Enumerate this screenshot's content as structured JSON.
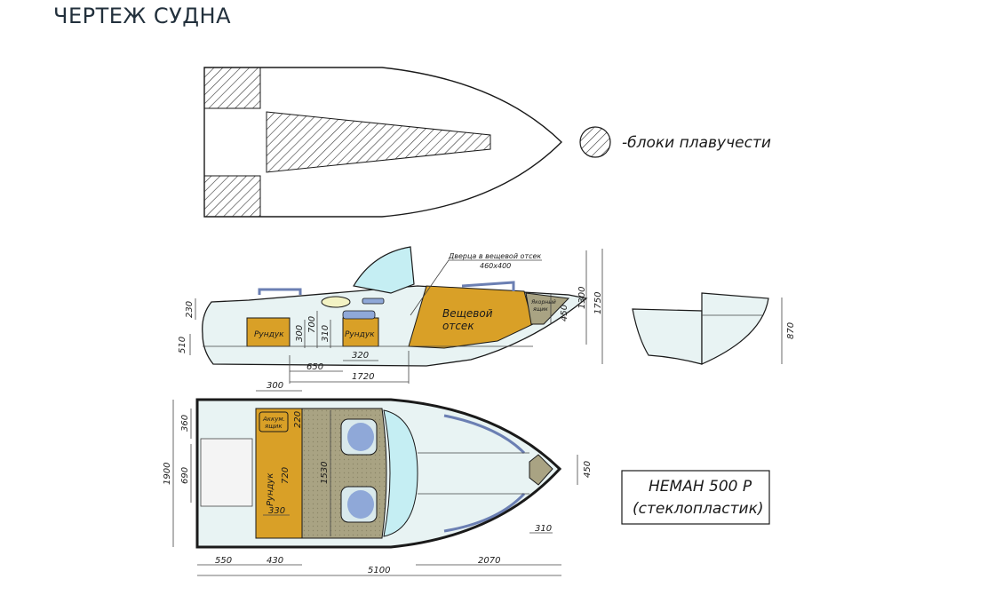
{
  "page": {
    "title": "ЧЕРТЕЖ СУДНА"
  },
  "legend": {
    "label": "-блоки плавучести"
  },
  "side_view": {
    "door_label": "Дверца в вещевой отсек",
    "door_size": "460x400",
    "compartment_label_1": "Вещевой",
    "compartment_label_2": "отсек",
    "anchor_label_1": "Якорный",
    "anchor_label_2": "ящик",
    "rundeck_left": "Рундук",
    "rundeck_mid": "Рундук",
    "dims": {
      "d230": "230",
      "d510": "510",
      "d300": "300",
      "d700": "700",
      "d310": "310",
      "d320": "320",
      "d650": "650",
      "d1720": "1720",
      "d450": "450",
      "d1300": "1300",
      "d1750": "1750",
      "d870": "870"
    }
  },
  "top_view": {
    "battery_label_1": "Аккум.",
    "battery_label_2": "ящик",
    "rundeck_label": "Рундук",
    "dims": {
      "d300": "300",
      "d360": "360",
      "d1900": "1900",
      "d690": "690",
      "d220": "220",
      "d720": "720",
      "d1530": "1530",
      "d330": "330",
      "d450": "450",
      "d310": "310",
      "d550": "550",
      "d430": "430",
      "d2070": "2070",
      "d5100": "5100"
    }
  },
  "title_block": {
    "line1": "НЕМАН 500 Р",
    "line2": "(стеклопластик)"
  },
  "colors": {
    "hull": "#e8f3f3",
    "compartment": "#d9a027",
    "cushion": "#8fa8d8",
    "floor": "#a9a383",
    "windshield": "#c5eef3",
    "hatch": "#333333"
  }
}
